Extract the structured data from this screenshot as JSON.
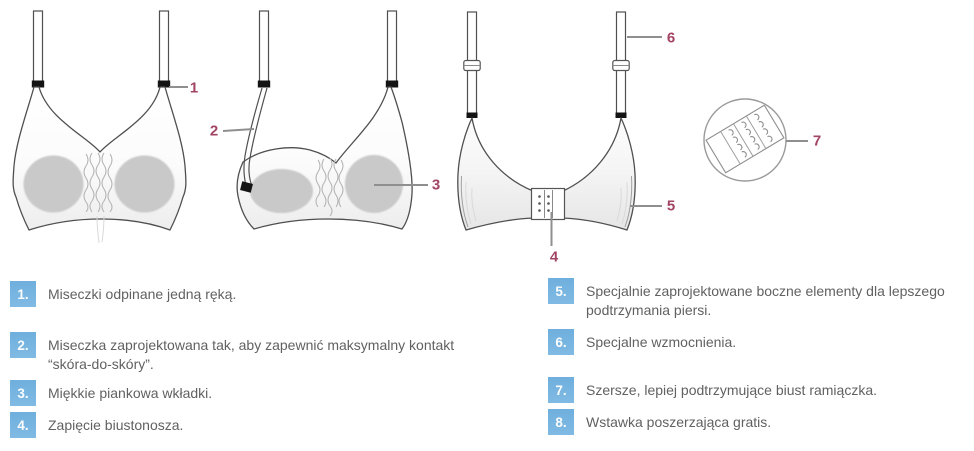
{
  "figure": {
    "views": [
      "bra-front-view",
      "bra-front-open-cup-view",
      "bra-back-view",
      "strap-hook-closeup"
    ],
    "callouts": {
      "c1": "1",
      "c2": "2",
      "c3": "3",
      "c4": "4",
      "c5": "5",
      "c6": "6",
      "c7": "7"
    }
  },
  "legend": {
    "items": [
      {
        "num": "1.",
        "text": "Miseczki odpinane jedną ręką."
      },
      {
        "num": "2.",
        "text": "Miseczka zaprojektowana tak, aby zapewnić maksymalny kontakt “skóra-do-skóry”."
      },
      {
        "num": "3.",
        "text": "Miękkie piankowa wkładki."
      },
      {
        "num": "4.",
        "text": "Zapięcie biustonosza."
      },
      {
        "num": "5.",
        "text": "Specjalnie zaprojektowane boczne elementy dla lepszego podtrzymania piersi."
      },
      {
        "num": "6.",
        "text": "Specjalne wzmocnienia."
      },
      {
        "num": "7.",
        "text": "Szersze, lepiej podtrzymujące biust ramiączka."
      },
      {
        "num": "8.",
        "text": "Wstawka poszerzająca gratis."
      }
    ]
  },
  "colors": {
    "badge_blue": "#77b4df",
    "callout_pink": "#a24463",
    "leader_line_gray": "#8f8f8f",
    "pad_gray": "#c9c9c9",
    "text_gray": "#616161"
  }
}
